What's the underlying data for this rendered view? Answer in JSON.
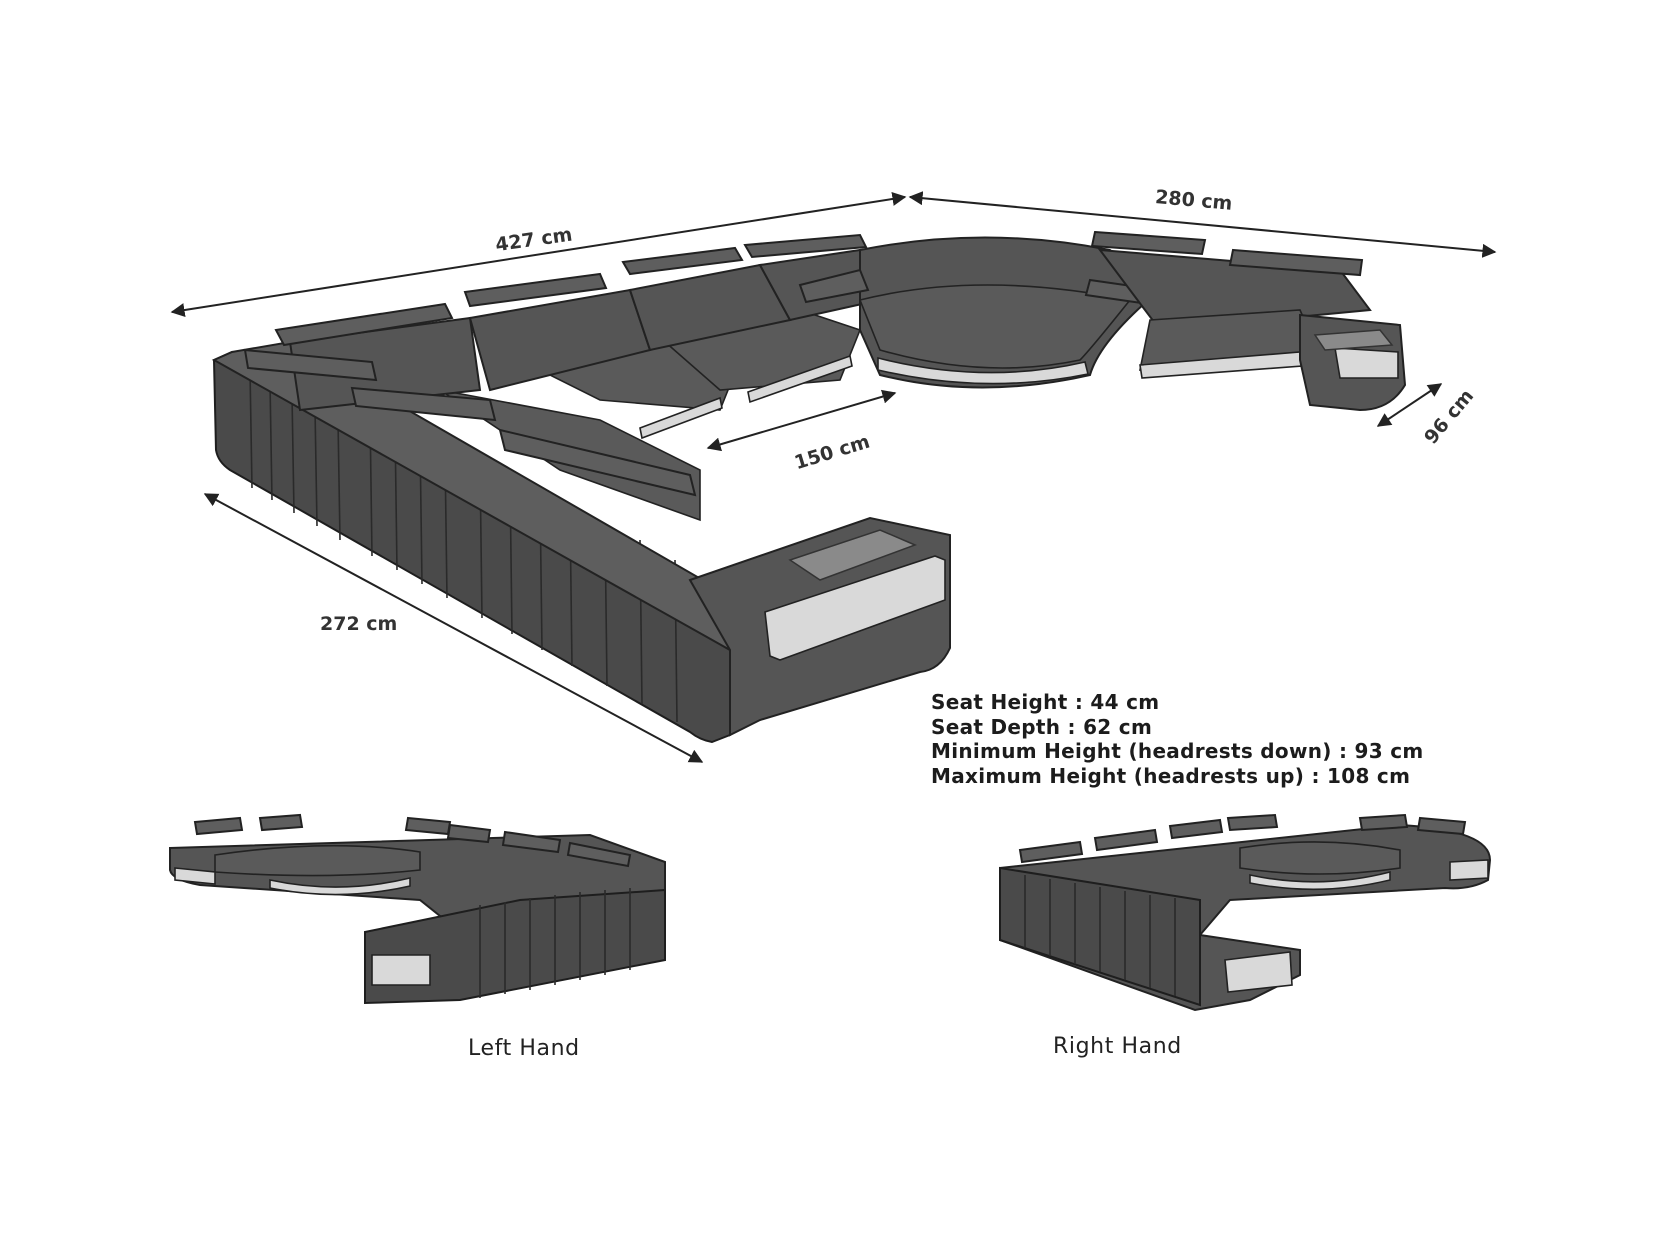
{
  "dimensions": {
    "top_left": "427 cm",
    "top_right": "280 cm",
    "inner": "150 cm",
    "side_left": "272 cm",
    "side_right": "96 cm"
  },
  "specs": [
    "Seat Height  : 44 cm",
    "Seat Depth : 62 cm",
    "Minimum Height (headrests down) : 93 cm",
    "Maximum Height (headrests up) : 108 cm"
  ],
  "variants": {
    "left": "Left Hand",
    "right": "Right Hand"
  }
}
